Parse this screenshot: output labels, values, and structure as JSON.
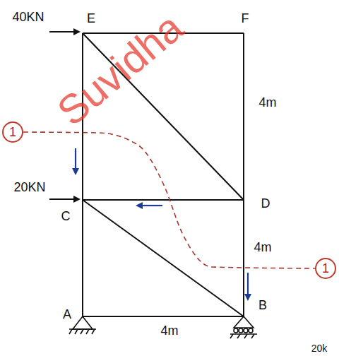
{
  "diagram": {
    "nodes": [
      {
        "text": [
          "1"
        ]
      },
      {
        "text": [
          "1"
        ]
      }
    ],
    "edges": [
      {
        "from": 0,
        "to": 1,
        "arrow": "none"
      }
    ],
    "labels": [
      "40KN",
      "E",
      "F",
      "4m",
      "20KN",
      "C",
      "D",
      "4m",
      "A",
      "B",
      "4m",
      "Suvidha",
      "20k"
    ]
  }
}
